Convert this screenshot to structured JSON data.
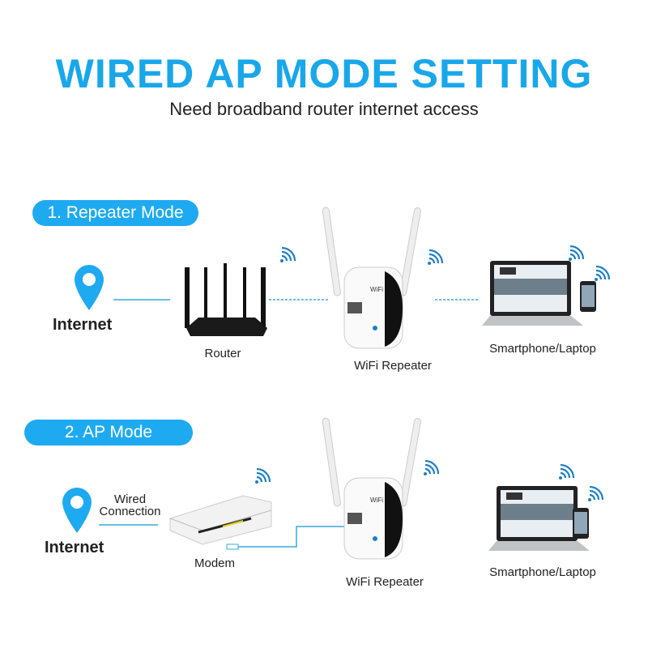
{
  "header": {
    "title": "WIRED AP MODE SETTING",
    "subtitle": "Need broadband router internet access"
  },
  "colors": {
    "accent": "#1eaaf0",
    "line": "#3aa9d8"
  },
  "repeater_mode": {
    "label": "1. Repeater Mode",
    "internet": "Internet",
    "router": "Router",
    "repeater": "WiFi Repeater",
    "clients": "Smartphone/Laptop"
  },
  "ap_mode": {
    "label": "2. AP Mode",
    "internet": "Internet",
    "wired": "Wired",
    "connection": "Connection",
    "modem": "Modem",
    "repeater": "WiFi Repeater",
    "clients": "Smartphone/Laptop"
  }
}
